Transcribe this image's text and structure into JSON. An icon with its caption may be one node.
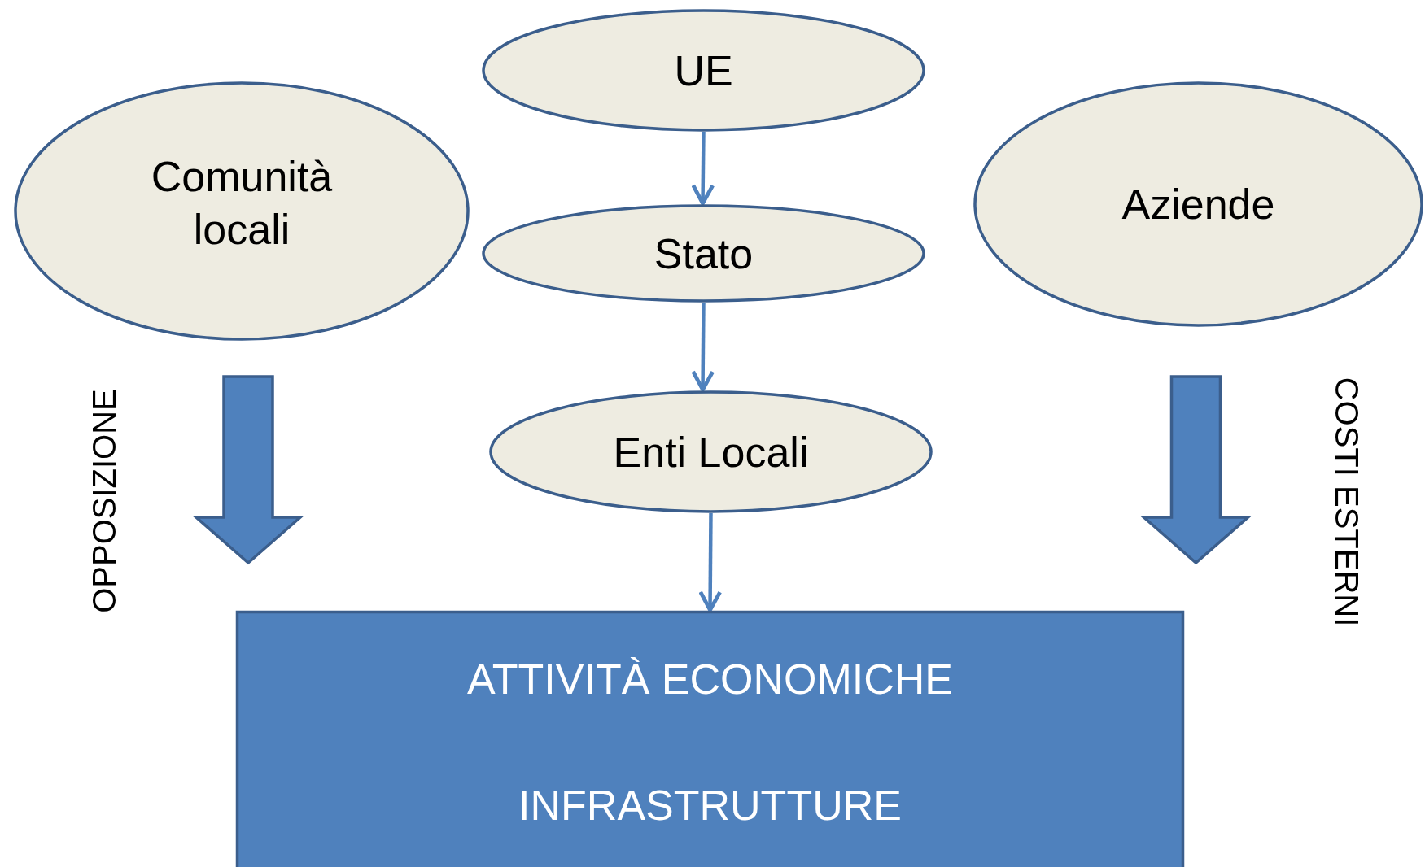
{
  "diagram": {
    "nodes": [
      {
        "text": [
          "Comunità locali"
        ]
      },
      {
        "text": [
          "UE"
        ]
      },
      {
        "text": [
          "Stato"
        ]
      },
      {
        "text": [
          "Enti Locali"
        ]
      },
      {
        "text": [
          "Aziende"
        ]
      },
      {
        "text": [
          "ATTIVITÀ ECONOMICHE",
          "INFRASTRUTTURE"
        ]
      }
    ],
    "edges": [
      {
        "from": 1,
        "to": 2,
        "arrow": "to"
      },
      {
        "from": 2,
        "to": 3,
        "arrow": "to"
      },
      {
        "from": 3,
        "to": 5,
        "arrow": "to"
      },
      {
        "from": 0,
        "to": 5,
        "arrow": "to",
        "style": "thick",
        "label": "OPPOSIZIONE"
      },
      {
        "from": 4,
        "to": 5,
        "arrow": "to",
        "style": "thick",
        "label": "COSTI ESTERNI"
      }
    ]
  }
}
